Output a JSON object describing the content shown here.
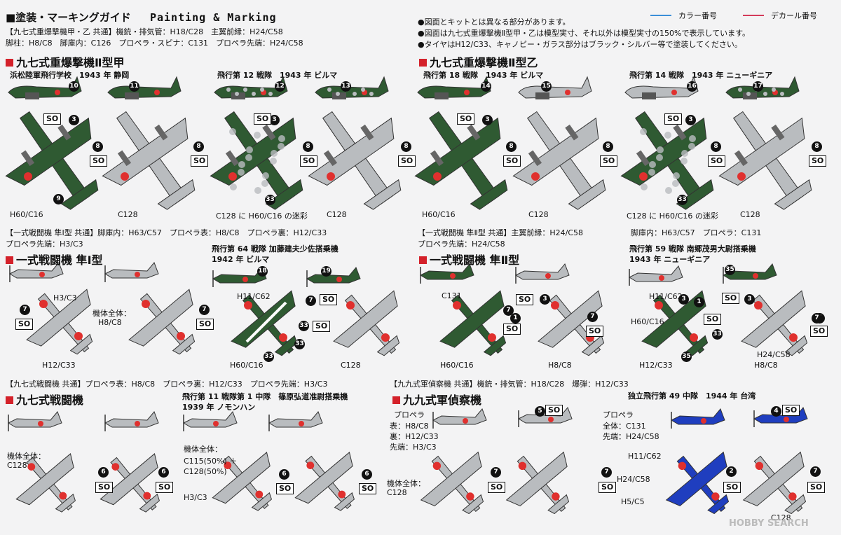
{
  "header": {
    "title_jp": "■塗装・マーキングガイド",
    "title_en": "Painting & Marking",
    "line1": "【九七式重爆撃機甲・乙 共通】機銃・排気管：H18/C28　主翼前縁：H24/C58",
    "line2": "脚柱：H8/C8　脚庫内：C126　プロペラ・スピナ：C131　プロペラ先端：H24/C58",
    "note1": "●図面とキットとは異なる部分があります。",
    "note2": "●図面は九七式重爆撃機Ⅱ型甲・乙は模型実寸、それ以外は模型実寸の150%で表示しています。",
    "note3": "●タイヤはH12/C33、キャノピー・ガラス部分はブラック・シルバー等で塗装してください。",
    "legend_color": "カラー番号",
    "legend_decal": "デカール番号",
    "legend_color_hex": "#3a8fd8",
    "legend_decal_hex": "#d43a5a"
  },
  "sec1": {
    "title": "九七式重爆撃機Ⅱ型甲",
    "unit1": "浜松陸軍飛行学校　1943 年 静岡",
    "unit2": "飛行第 12 戦隊　1943 年 ビルマ",
    "lbl1": "H60/C16",
    "lbl2": "C128",
    "lbl3": "C128 に H60/C16 の迷彩",
    "lbl4": "C128"
  },
  "sec2": {
    "title": "九七式重爆撃機Ⅱ型乙",
    "unit1": "飛行第 18 戦隊　1943 年 ビルマ",
    "unit2": "飛行第 14 戦隊　1943 年 ニューギニア",
    "lbl1": "H60/C16",
    "lbl2": "C128",
    "lbl3": "C128 に H60/C16 の迷彩",
    "lbl4": "C128"
  },
  "sec3": {
    "common1": "【一式戦闘機 隼Ⅰ型 共通】脚庫内：H63/C57　プロペラ表：H8/C8　プロペラ裏：H12/C33",
    "common2": "プロペラ先端：H3/C3",
    "title": "一式戦闘機 隼Ⅰ型",
    "unit1": "飛行第 64 戦隊 加藤建夫少佐搭乗機",
    "unit2": "1942 年 ビルマ",
    "lbl_h3": "H3/C3",
    "lbl_all": "機体全体：",
    "lbl_h8": "H8/C8",
    "lbl_h12": "H12/C33",
    "lbl_h11": "H11/C62",
    "lbl_h60": "H60/C16",
    "lbl_c128": "C128"
  },
  "sec4": {
    "common1": "【一式戦闘機 隼Ⅱ型 共通】主翼前縁：H24/C58",
    "common2": "プロペラ先端：H24/C58",
    "common3": "脚庫内：H63/C57　プロペラ：C131",
    "title": "一式戦闘機 隼Ⅱ型",
    "unit1": "飛行第 59 戦隊 南郷茂男大尉搭乗機",
    "unit2": "1943 年 ニューギニア",
    "lbl_c131": "C131",
    "lbl_h60": "H60/C16",
    "lbl_h8": "H8/C8",
    "lbl_h11": "H11/C62",
    "lbl_h60b": "H60/C16",
    "lbl_h12": "H12/C33",
    "lbl_h24": "H24/C58",
    "lbl_h8b": "H8/C8"
  },
  "sec5": {
    "common1": "【九七式戦闘機 共通】プロペラ表：H8/C8　プロペラ裏：H12/C33　プロペラ先端：H3/C3",
    "title": "九七式戦闘機",
    "unit1": "飛行第 11 戦隊第 1 中隊　篠原弘道准尉搭乗機",
    "unit2": "1939 年 ノモンハン",
    "lbl_all": "機体全体：",
    "lbl_c128": "C128",
    "lbl_c115": "機体全体：",
    "lbl_c115b": "C115(50%) ＋",
    "lbl_c115c": "C128(50%)",
    "lbl_h3": "H3/C3"
  },
  "sec6": {
    "common1": "【九九式軍偵察機 共通】機銃・排気管：H18/C28　爆弾：H12/C33",
    "title": "九九式軍偵察機",
    "prop": "プロペラ",
    "front": "表：H8/C8",
    "back": "裏：H12/C33",
    "tip": "先端：H3/C3",
    "lbl_all": "機体全体：",
    "lbl_c128": "C128",
    "unit1": "独立飛行第 49 中隊　1944 年 台湾",
    "prop2": "プロペラ",
    "all2": "全体：C131",
    "tip2": "先端：H24/C58",
    "lbl_h11": "H11/C62",
    "lbl_h24": "H24/C58",
    "lbl_h5": "H5/C5",
    "lbl_c128b": "C128"
  },
  "decals": [
    "10",
    "11",
    "3",
    "8",
    "8",
    "12",
    "13",
    "3",
    "8",
    "8",
    "9",
    "33",
    "14",
    "15",
    "3",
    "8",
    "8",
    "16",
    "17",
    "3",
    "8",
    "8",
    "33",
    "18",
    "19",
    "7",
    "7",
    "7",
    "33",
    "33",
    "33",
    "7",
    "3",
    "3",
    "1",
    "7",
    "7",
    "35",
    "3",
    "1",
    "33",
    "35",
    "7",
    "6",
    "6",
    "6",
    "6",
    "5",
    "7",
    "7",
    "4",
    "2",
    "7"
  ],
  "so": "SO",
  "watermark": "HOBBY SEARCH",
  "colors": {
    "green": "#2f5a32",
    "gray": "#b9bcbf",
    "blue": "#1f3ebf",
    "hinomaru": "#e0302e"
  }
}
